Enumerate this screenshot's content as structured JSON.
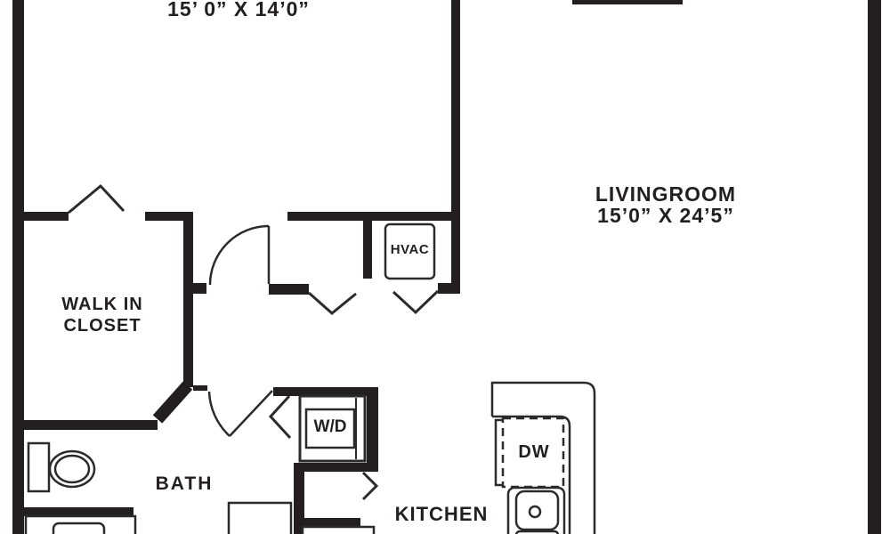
{
  "colors": {
    "background": "#ffffff",
    "wall": "#231f20",
    "line": "#2b2b2b",
    "text": "#231f20"
  },
  "labels": {
    "bedroom_dimensions": "15’ 0” X 14’0”",
    "livingroom_name": "LIVINGROOM",
    "livingroom_dimensions": "15’0” X 24’5”",
    "walk_in_closet_line1": "WALK IN",
    "walk_in_closet_line2": "CLOSET",
    "bath": "BATH",
    "kitchen": "KITCHEN",
    "hvac": "HVAC",
    "washer_dryer": "W/D",
    "dishwasher": "DW"
  }
}
